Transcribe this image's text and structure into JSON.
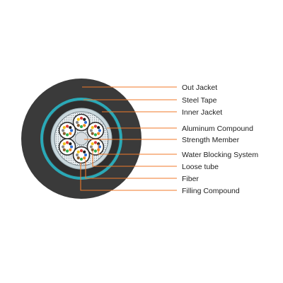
{
  "labels": [
    {
      "id": "out-jacket",
      "text": "Out Jacket"
    },
    {
      "id": "steel-tape",
      "text": "Steel Tape"
    },
    {
      "id": "inner-jacket",
      "text": "Inner Jacket"
    },
    {
      "id": "aluminum-compound",
      "text": "Aluminum Compound"
    },
    {
      "id": "strength-member",
      "text": "Strength Member"
    },
    {
      "id": "water-blocking-system",
      "text": "Water Blocking System"
    },
    {
      "id": "loose-tube",
      "text": "Loose tube"
    },
    {
      "id": "fiber",
      "text": "Fiber"
    },
    {
      "id": "filling-compound",
      "text": "Filling Compound"
    }
  ],
  "colors": {
    "leader_line": "#f07a2a",
    "outer_jacket": "#3a3a3a",
    "steel_tape": "#2aa9b7",
    "inner_jacket": "#2e2e2e",
    "aluminum_ring": "#c9d7dc",
    "core_fill": "#e9eef0",
    "tube_fill": "#ffffff",
    "strength_member": "#d8dde0"
  },
  "fiber_colors": [
    "#2f6fd6",
    "#f08a24",
    "#2fae4e",
    "#8b5a2b",
    "#8a8a8a",
    "#f2c21b",
    "#d93a3a",
    "#1a1a1a"
  ],
  "icons": {
    "loose_tube": "loose-tube-icon",
    "fiber": "fiber-icon"
  }
}
